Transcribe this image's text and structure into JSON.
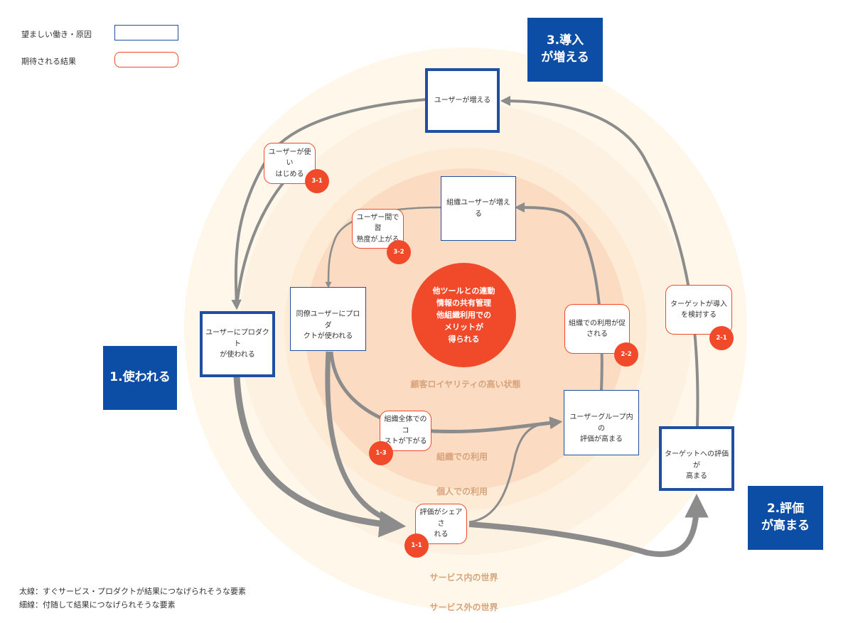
{
  "legend": {
    "desired": "望ましい働き・原因",
    "expected": "期待される結果"
  },
  "notes": {
    "thick": "太線：すぐサービス・プロダクトが結果につなげられそうな要素",
    "thin": "細線：付随して結果につなげられそうな要素"
  },
  "stages": {
    "s1": "1.使われる",
    "s2_line1": "2.評価",
    "s2_line2": "が高まる",
    "s3_line1": "3.導入",
    "s3_line2": "が増える"
  },
  "zones": {
    "loyalty": "顧客ロイヤリティの高い状態",
    "org_use": "組織での利用",
    "personal_use": "個人での利用",
    "in_service": "サービス内の世界",
    "out_service": "サービス外の世界"
  },
  "center": {
    "l1": "他ツールとの連動",
    "l2": "情報の共有管理",
    "l3": "他組織利用での",
    "l4": "メリットが",
    "l5": "得られる"
  },
  "boxes": {
    "users_increase": "ユーザーが増える",
    "product_used_l1": "ユーザーにプロダクト",
    "product_used_l2": "が使われる",
    "colleague_used_l1": "同僚ユーザーにプロダ",
    "colleague_used_l2": "クトが使われる",
    "org_users_increase": "組織ユーザーが増える",
    "group_eval_l1": "ユーザーグループ内の",
    "group_eval_l2": "評価が高まる",
    "target_eval_l1": "ターゲットへの評価が",
    "target_eval_l2": "高まる"
  },
  "results": [
    {
      "l1": "ユーザーが使い",
      "l2": "はじめる",
      "badge": "3-1"
    },
    {
      "l1": "ユーザー間で習",
      "l2": "熟度が上がる",
      "badge": "3-2"
    },
    {
      "l1": "組織での利用が促",
      "l2": "される",
      "badge": "2-2"
    },
    {
      "l1": "ターゲットが導入",
      "l2": "を検討する",
      "badge": "2-1"
    },
    {
      "l1": "組織全体でのコ",
      "l2": "ストが下がる",
      "badge": "1-3"
    },
    {
      "l1": "評価がシェアさ",
      "l2": "れる",
      "badge": "1-1"
    }
  ],
  "colors": {
    "thick_border": "#1f4fa3",
    "result_border": "#f04a2a",
    "stage_bg": "#0c4ea5",
    "arrow": "#8c8c8c",
    "outer_ring": "#fef7ea",
    "middle_ring": "#fdebd6",
    "inner_ring": "#fbdcc3"
  }
}
